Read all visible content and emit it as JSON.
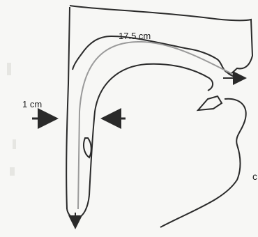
{
  "diagram": {
    "labels": {
      "tract_length": "17.5 cm",
      "tube_width": "1 cm",
      "edge_letter": "c"
    },
    "colors": {
      "ink": "#2a2a2a",
      "paper": "#f7f7f5"
    }
  }
}
